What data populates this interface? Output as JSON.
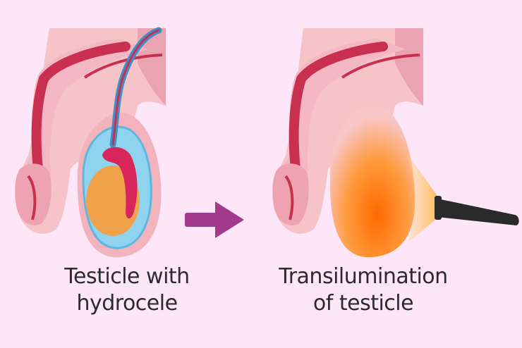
{
  "panels": [
    {
      "caption_lines": [
        "Testicle with",
        "hydrocele"
      ]
    },
    {
      "caption_lines": [
        "Transilumination",
        "of testicle"
      ]
    }
  ],
  "colors": {
    "background": "#fce6f7",
    "skin": "#f6c3c8",
    "skin_dark": "#eaa3b0",
    "urethra": "#c9304f",
    "hydrocele_fluid": "#8fd3ef",
    "testicle": "#f0a24b",
    "epididymis": "#d8265d",
    "arrow": "#a43a8c",
    "light_glow": "#ff7a10",
    "flashlight": "#2a2a2a"
  }
}
